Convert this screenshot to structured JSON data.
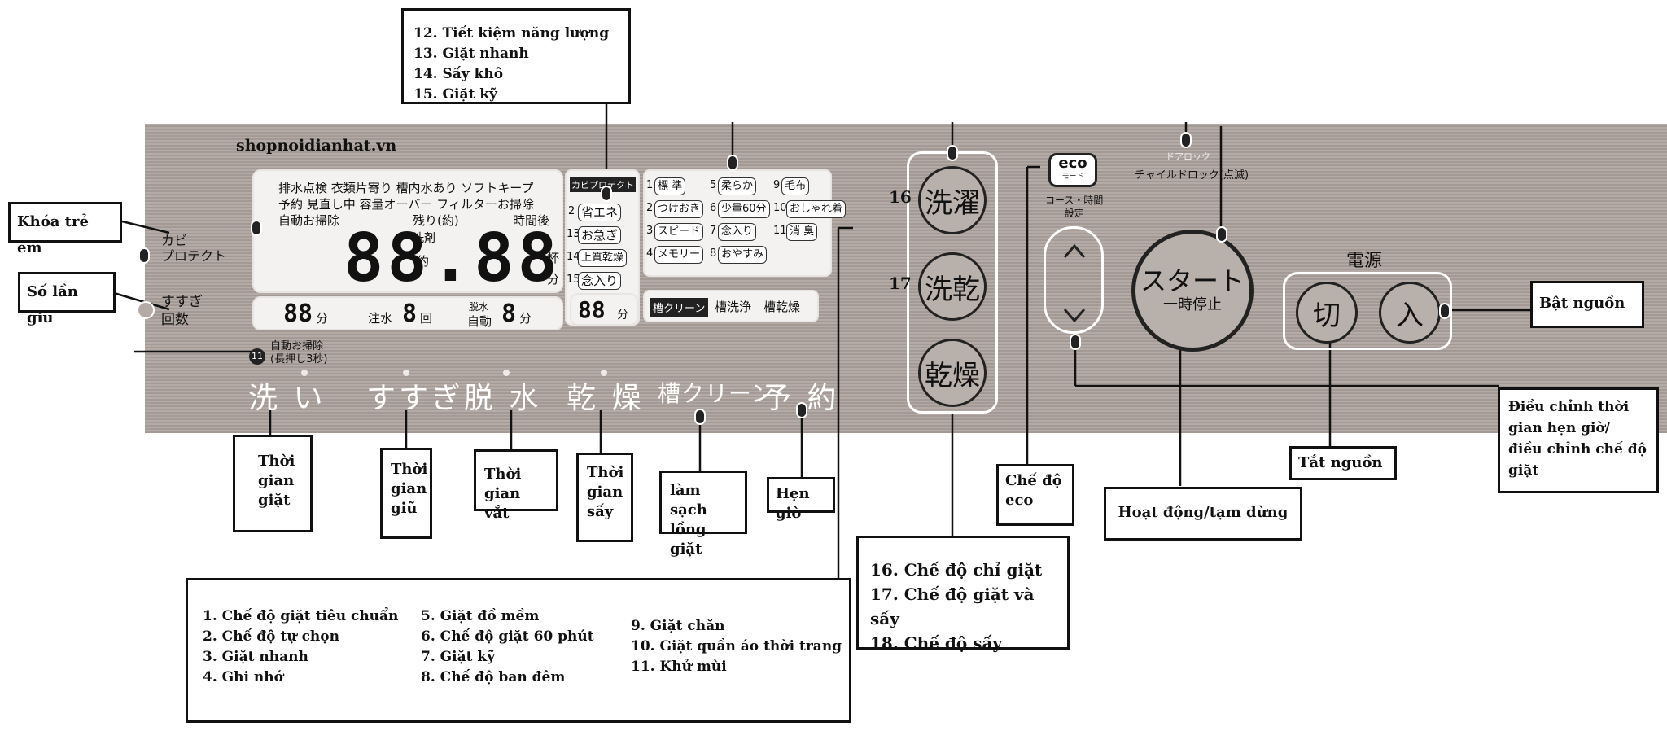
{
  "watermark": "shopnoidianhat.vn",
  "top_callout": [
    "12. Tiết kiệm năng lượng",
    "13. Giặt nhanh",
    "14. Sấy khô",
    "15. Giặt kỹ"
  ],
  "side_labels": {
    "child_lock": "Khóa trẻ em",
    "rinse_count": "Số lần giũ",
    "power_on": "Bật nguồn",
    "timer_adjust": "Điều chỉnh thời gian hẹn giờ/ điều chỉnh chế độ giặt",
    "power_off": "Tắt nguồn",
    "start_pause": "Hoạt động/tạm dừng",
    "eco_mode": "Chế độ eco"
  },
  "bottom_labels": {
    "wash_time": "Thời gian giặt",
    "rinse_time": "Thời gian giũ",
    "spin_time": "Thời gian vắt",
    "dry_time": "Thời gian sấy",
    "tub_clean": "làm sạch lồng giặt",
    "timer": "Hẹn giờ"
  },
  "mode_list_16_18": [
    "16. Chế độ chỉ giặt",
    "17. Chế độ giặt và sấy",
    "18. Chế độ sấy"
  ],
  "course_list": {
    "col1": [
      "1. Chế độ giặt tiêu chuẩn",
      "2. Chế độ tự chọn",
      "3. Giặt nhanh",
      "4. Ghi nhớ"
    ],
    "col2": [
      "5. Giặt đồ mềm",
      "6. Chế độ giặt 60 phút",
      "7. Giặt kỹ",
      "8. Chế độ ban đêm"
    ],
    "col3": [
      "9. Giặt chăn",
      "10. Giặt quần áo thời trang",
      "11. Khử mùi"
    ]
  },
  "panel": {
    "kabi_protect": "カビ\nプロテクト",
    "susugi_kaisu": "すすぎ\n回数",
    "lcd_status_rows": [
      "排水点検 衣類片寄り 槽内水あり ソフトキープ",
      "予約 見直し中 容量オーバー フィルターお掃除",
      "自動お掃除"
    ],
    "lcd_remaining": "残り(約)",
    "lcd_detergent": "洗剤",
    "lcd_time_after": "時間後",
    "lcd_approx": "約",
    "lcd_cup": "杯",
    "lcd_min": "分",
    "lcd_digits": "88.88",
    "lcd2_wash": "88",
    "lcd2_wash_unit": "分",
    "lcd2_water_label": "注水",
    "lcd2_water": "8",
    "lcd2_water_unit": "回",
    "lcd2_spin_label1": "脱水",
    "lcd2_spin_label2": "自動",
    "lcd2_spin": "8",
    "lcd2_spin_unit": "分",
    "auto_clean": "自動お掃除\n(長押し3秒)",
    "auto_clean_num": "11",
    "courses_left_header": "カビプロテクト",
    "courses_left": [
      "省エネ",
      "お急ぎ",
      "上質乾燥",
      "念入り"
    ],
    "courses_left_nums": [
      "2",
      "13",
      "14",
      "15"
    ],
    "courses_grid": [
      [
        "1",
        "標 準",
        "5",
        "柔らか",
        "9",
        "毛布"
      ],
      [
        "2",
        "つけおき",
        "6",
        "少量60分",
        "10",
        "おしゃれ着"
      ],
      [
        "3",
        "スピード",
        "7",
        "念入り",
        "11",
        "消 臭"
      ],
      [
        "4",
        "メモリー",
        "8",
        "おやすみ",
        "",
        ""
      ]
    ],
    "dry_digits": "88",
    "dry_unit": "分",
    "tub_tabs": [
      "槽クリーン",
      "槽洗浄",
      "槽乾燥"
    ],
    "bottom_tabs": [
      "洗 い",
      "すすぎ",
      "脱 水",
      "乾 燥",
      "槽クリーン",
      "予 約"
    ],
    "mode_buttons": [
      "洗濯",
      "洗乾",
      "乾燥"
    ],
    "mode_nums": [
      "16",
      "17"
    ],
    "eco_badge": "eco",
    "eco_sub": "モード",
    "eco_caption": "コース・時間\n設定",
    "door_lock": "ドアロック",
    "child_lock_jp": "チャイルドロック(点滅)",
    "start_label": "スタート",
    "pause_label": "一時停止",
    "power_title": "電源",
    "power_off_btn": "切",
    "power_on_btn": "入"
  }
}
